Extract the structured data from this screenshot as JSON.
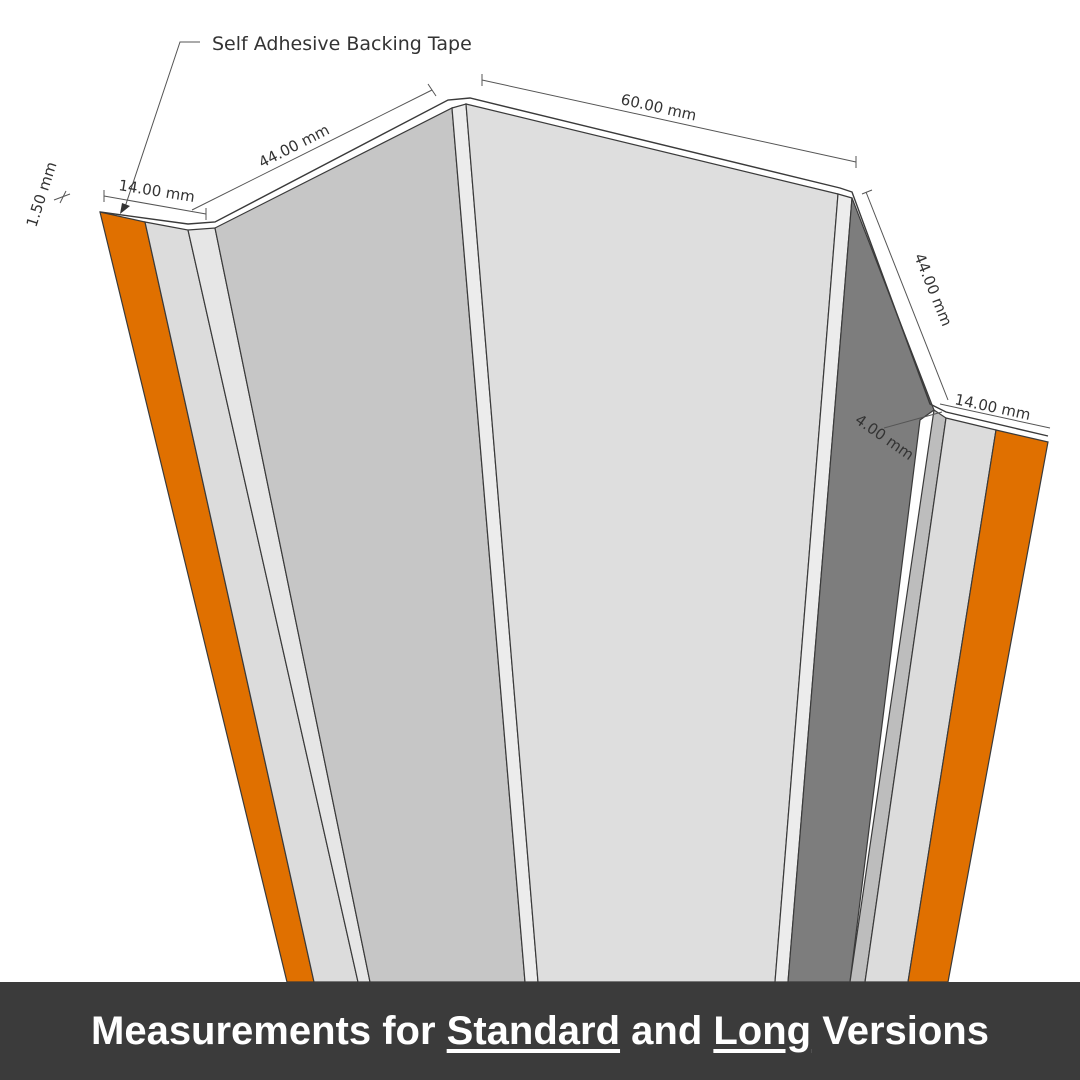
{
  "labels": {
    "callout": "Self Adhesive Backing Tape",
    "dims": {
      "thickness": "1.50 mm",
      "left_flange": "14.00 mm",
      "left_side": "44.00 mm",
      "top": "60.00 mm",
      "right_side": "44.00 mm",
      "right_flange": "14.00 mm",
      "right_small": "4.00 mm"
    }
  },
  "caption": {
    "part1": "Measurements for ",
    "standard": "Standard",
    "part2": " and ",
    "long": "Long",
    "part3": " Versions"
  },
  "colors": {
    "tape": "#e07000",
    "flange": "#dcdcdc",
    "left_face": "#c6c6c6",
    "center_face": "#dedede",
    "right_face": "#7d7d7d",
    "bar": "#3b3b3b"
  }
}
